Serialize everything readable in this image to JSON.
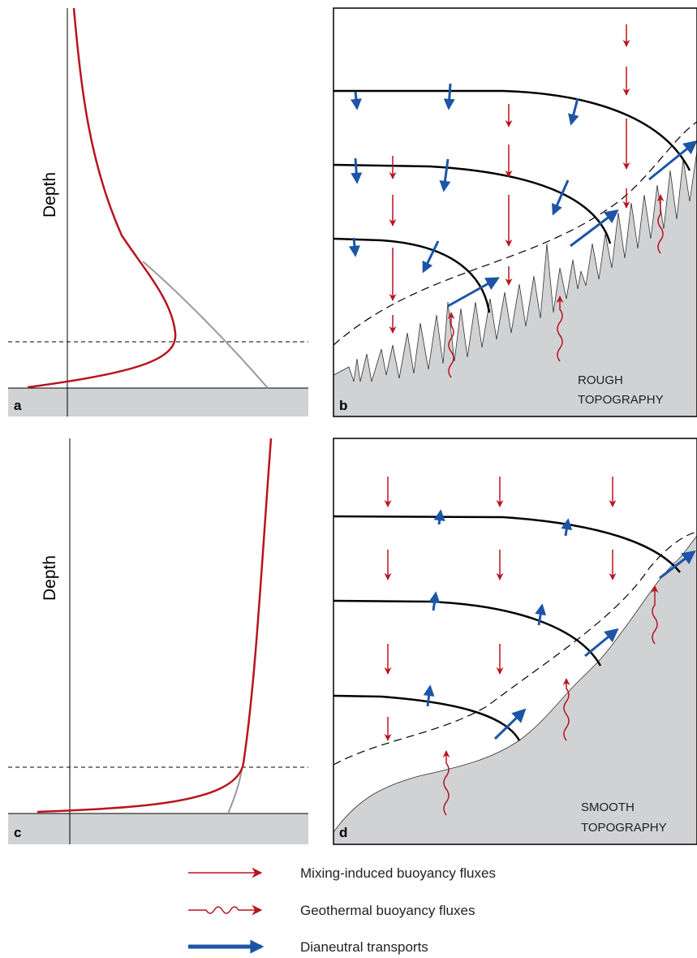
{
  "panels": {
    "a": {
      "letter": "a",
      "axis_label": "Depth"
    },
    "b": {
      "letter": "b",
      "topography_line1": "ROUGH",
      "topography_line2": "TOPOGRAPHY"
    },
    "c": {
      "letter": "c",
      "axis_label": "Depth"
    },
    "d": {
      "letter": "d",
      "topography_line1": "SMOOTH",
      "topography_line2": "TOPOGRAPHY"
    }
  },
  "legend": [
    {
      "icon": "straight-red-arrow-icon",
      "label": "Mixing-induced buoyancy fluxes"
    },
    {
      "icon": "wavy-red-arrow-icon",
      "label": "Geothermal buoyancy fluxes"
    },
    {
      "icon": "thick-blue-arrow-icon",
      "label": "Dianeutral transports"
    }
  ],
  "colors": {
    "profile_red": "#b8141f",
    "profile_gray": "#9a9a9a",
    "transport_blue": "#1d55a6",
    "seafloor_gray": "#d1d2d4",
    "frame": "#000000"
  }
}
